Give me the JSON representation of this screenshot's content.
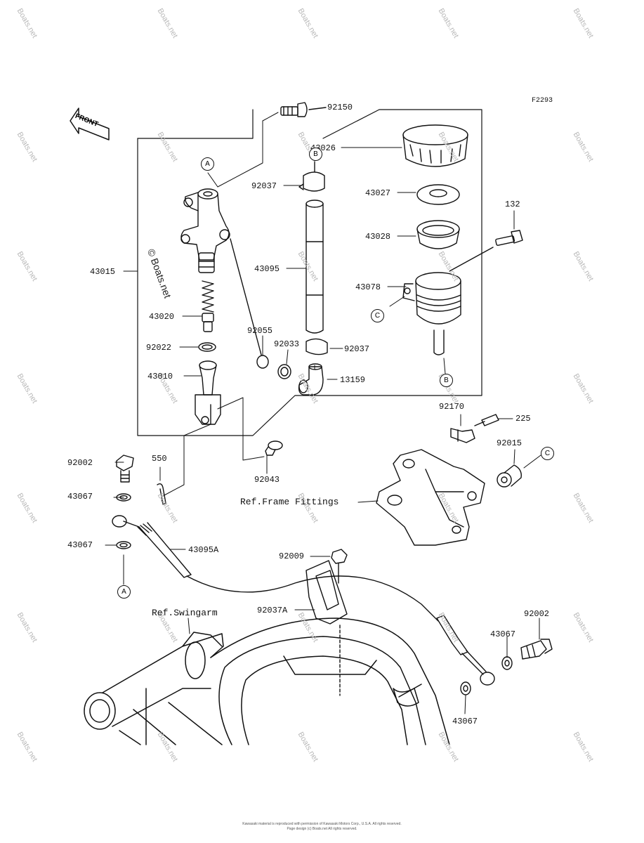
{
  "diagram": {
    "code": "F2293",
    "front_label": "FRONT",
    "watermark": "Boats.net",
    "copyright_watermark": "© Boats.net",
    "parts": [
      {
        "id": "p92150",
        "label": "92150"
      },
      {
        "id": "p43026",
        "label": "43026"
      },
      {
        "id": "p92037a",
        "label": "92037"
      },
      {
        "id": "p43027",
        "label": "43027"
      },
      {
        "id": "p132",
        "label": "132"
      },
      {
        "id": "p43028",
        "label": "43028"
      },
      {
        "id": "p43015",
        "label": "43015"
      },
      {
        "id": "p43095",
        "label": "43095"
      },
      {
        "id": "p43078",
        "label": "43078"
      },
      {
        "id": "p43020",
        "label": "43020"
      },
      {
        "id": "p92055",
        "label": "92055"
      },
      {
        "id": "p92033",
        "label": "92033"
      },
      {
        "id": "p92037b",
        "label": "92037"
      },
      {
        "id": "p92022",
        "label": "92022"
      },
      {
        "id": "p43010",
        "label": "43010"
      },
      {
        "id": "p13159",
        "label": "13159"
      },
      {
        "id": "p92170",
        "label": "92170"
      },
      {
        "id": "p225",
        "label": "225"
      },
      {
        "id": "p92015",
        "label": "92015"
      },
      {
        "id": "p92002a",
        "label": "92002"
      },
      {
        "id": "p550",
        "label": "550"
      },
      {
        "id": "p92043",
        "label": "92043"
      },
      {
        "id": "p43067a",
        "label": "43067"
      },
      {
        "id": "p43067b",
        "label": "43067"
      },
      {
        "id": "p43095a",
        "label": "43095A"
      },
      {
        "id": "p92009",
        "label": "92009"
      },
      {
        "id": "p92037c",
        "label": "92037A"
      },
      {
        "id": "p92002b",
        "label": "92002"
      },
      {
        "id": "p43067c",
        "label": "43067"
      },
      {
        "id": "p43067d",
        "label": "43067"
      }
    ],
    "refs": {
      "frame": "Ref.Frame Fittings",
      "swingarm": "Ref.Swingarm"
    },
    "callouts": {
      "a": "A",
      "b": "B",
      "c": "C"
    },
    "footer": {
      "line1": "Kawasaki material is reproduced with permission of Kawasaki Motors Corp., U.S.A. All rights reserved.",
      "line2": "Page design (c) Boats.net All rights reserved."
    }
  }
}
